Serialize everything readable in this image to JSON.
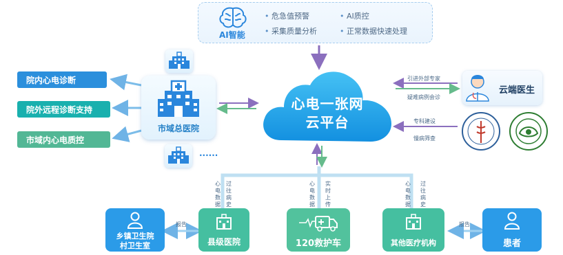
{
  "ai_panel": {
    "title": "AI智能",
    "items": [
      "危急值预警",
      "AI质控",
      "采集质量分析",
      "正常数据快速处理"
    ]
  },
  "left_buttons": [
    "院内心电诊断",
    "院外远程诊断支持",
    "市域内心电质控"
  ],
  "hospital": {
    "label": "市域总医院",
    "ellipsis": "......"
  },
  "cloud": {
    "line1": "心电一张网",
    "line2": "云平台"
  },
  "right_labels": {
    "introduce_experts": "引进外部专家",
    "difficult_consult": "疑难病例会诊",
    "specialty_build": "专科建设",
    "chronic_screening": "慢病筛查"
  },
  "doctor": {
    "label": "云端医生"
  },
  "logos": {
    "chest_pain": "China Chest Pain Center"
  },
  "vertical_labels": {
    "ecg_data": "心电数据",
    "history": "过往病史",
    "realtime_upload": "实时上传"
  },
  "bottom": {
    "county": "县级医院",
    "ambulance": "120救护车",
    "other": "其他医疗机构",
    "township_line1": "乡镇卫生院",
    "township_line2": "村卫生室",
    "patient": "患者",
    "report": "报告"
  },
  "colors": {
    "blue_button": "#2b8fdc",
    "teal_button": "#19b0ae",
    "green_button": "#52b795",
    "card_green": "#45bfa0",
    "card_blue": "#2b9be8",
    "cloud": "#1ba0ea",
    "dark_arrow": "#8b6fbe",
    "connector": "#bfe0f2"
  }
}
